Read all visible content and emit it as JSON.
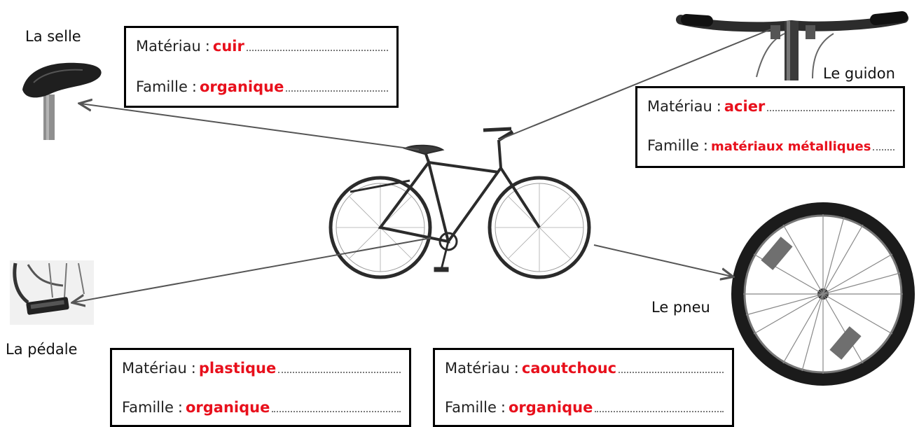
{
  "parts": {
    "selle": {
      "label": "La selle",
      "materiau_key": "Matériau",
      "materiau": "cuir",
      "famille_key": "Famille",
      "famille": "organique"
    },
    "guidon": {
      "label": "Le guidon",
      "materiau_key": "Matériau",
      "materiau": "acier",
      "famille_key": "Famille",
      "famille": "matériaux métalliques"
    },
    "pedale": {
      "label": "La pédale",
      "materiau_key": "Matériau",
      "materiau": "plastique",
      "famille_key": "Famille",
      "famille": "organique"
    },
    "pneu": {
      "label": "Le pneu",
      "materiau_key": "Matériau",
      "materiau": "caoutchouc",
      "famille_key": "Famille",
      "famille": "organique"
    }
  },
  "colors": {
    "answer": "#e8101c",
    "frame": "#000000",
    "bike": "#2b2b2b",
    "arrow": "#555555"
  }
}
